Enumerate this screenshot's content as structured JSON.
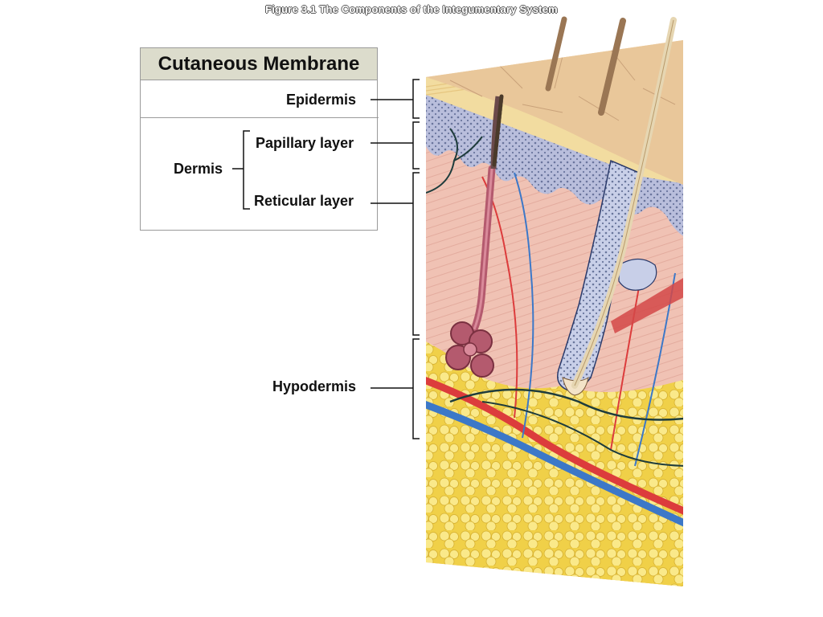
{
  "caption": "Figure 3.1 The Components of the Integumentary System",
  "legend": {
    "title": "Cutaneous Membrane",
    "epidermis": "Epidermis",
    "dermis": "Dermis",
    "papillary": "Papillary layer",
    "reticular": "Reticular layer"
  },
  "hypodermis": "Hypodermis",
  "colors": {
    "epidermis": "#f2dca0",
    "papillary": "#b9bedc",
    "dermis": "#f0c2b4",
    "fat": "#f4dc55",
    "artery": "#dc3c3c",
    "vein": "#3c78c8",
    "nerve": "#1e3c3c",
    "gland": "#b45a6e"
  }
}
